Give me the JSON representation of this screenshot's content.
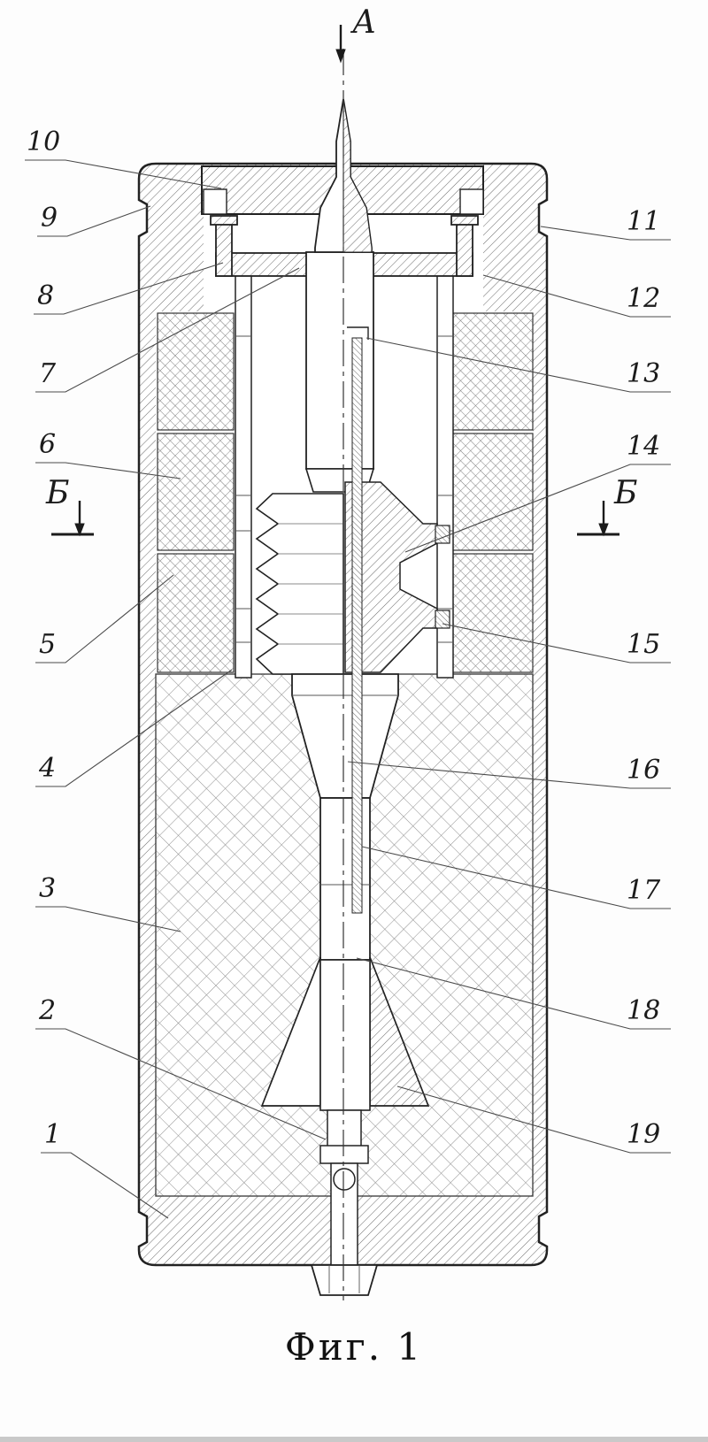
{
  "figure": {
    "caption": "Фиг. 1",
    "section_top": "А",
    "section_left": "Б",
    "section_right": "Б"
  },
  "callouts": {
    "left": [
      "10",
      "9",
      "8",
      "7",
      "6",
      "5",
      "4",
      "3",
      "2",
      "1"
    ],
    "right": [
      "11",
      "12",
      "13",
      "14",
      "15",
      "16",
      "17",
      "18",
      "19"
    ]
  },
  "colors": {
    "line": "#222222",
    "hatch_fine": "#6a6a6a",
    "hatch_mid": "#7a7a7a",
    "hatch_large": "#8f8f8f",
    "leader": "#4a4a4a"
  }
}
